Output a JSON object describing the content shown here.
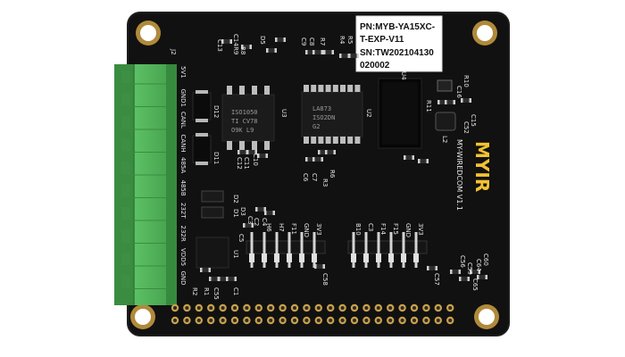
{
  "board": {
    "colors": {
      "pcb": "#111111",
      "pcb_edge": "#1d1d1d",
      "terminal": "#4fb257",
      "terminal_dark": "#3c8f44",
      "gold": "#c9a14a",
      "silkscreen": "#e8e8e8",
      "brand": "#f2c230",
      "label_bg": "#ffffff"
    },
    "sticker": {
      "line1": "PN:MYB-YA15XC-",
      "line2": "T-EXP-V11",
      "line3": "SN:TW202104130",
      "line4": "020002"
    },
    "brand_logo": "MYIR",
    "model": "MY-WIREDCOM V1.1",
    "terminal_labels": [
      "5V1",
      "GND1",
      "CANL",
      "CANH",
      "485A",
      "485B",
      "232T",
      "232R",
      "VDD5",
      "GND"
    ],
    "designators": {
      "j2": "J2",
      "c13": "C13",
      "c14": "C14",
      "d5": "D5",
      "c8": "C8",
      "c9": "C9",
      "r7": "R7",
      "r5": "R5",
      "r4": "R4",
      "r8": "R8",
      "r9": "R9",
      "d12": "D12",
      "d11": "D11",
      "u3": "U3",
      "u2": "U2",
      "c10": "C10",
      "c11": "C11",
      "c12": "C12",
      "r6": "R6",
      "r3": "R3",
      "c6": "C6",
      "c7": "C7",
      "u4": "U4",
      "c16": "C16",
      "r10": "R10",
      "r11": "R11",
      "c15": "C15",
      "c52": "C52",
      "l2": "L2",
      "d2": "D2",
      "d1": "D1",
      "d3": "D3",
      "c3": "C3",
      "c2": "C2",
      "c4": "C4",
      "c5": "C5",
      "c1": "C1",
      "r1": "R1",
      "r2": "R2",
      "c55": "C55",
      "c58": "C58",
      "c57": "C57",
      "c56": "C56",
      "c64": "C64",
      "c60": "C60",
      "c59": "C59",
      "c65": "C65",
      "u1": "U1"
    },
    "header_left_labels": [
      "H6",
      "H7",
      "F11",
      "GND",
      "3V3"
    ],
    "header_right_labels": [
      "B10",
      "C3",
      "F14",
      "F15",
      "GND",
      "3V3"
    ],
    "chip_u3_mark": [
      "ISO1050",
      "TI CV78",
      "O9K L9"
    ],
    "chip_u2_mark": [
      "LA873",
      "ISO2DN",
      "G2"
    ]
  }
}
